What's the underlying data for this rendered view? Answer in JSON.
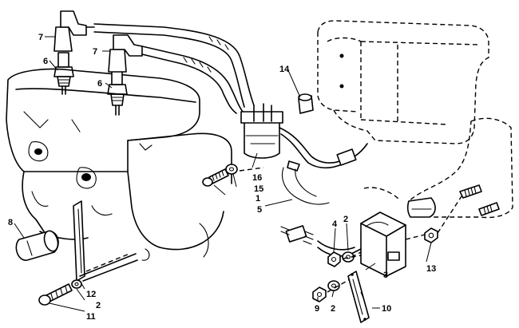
{
  "callouts": {
    "c7a": "7",
    "c7b": "7",
    "c6a": "6",
    "c6b": "6",
    "c14": "14",
    "c16": "16",
    "c15": "15",
    "c1": "1",
    "c5": "5",
    "c8": "8",
    "c4": "4",
    "c2a": "2",
    "c13": "13",
    "c3": "3",
    "c12": "12",
    "c2b": "2",
    "c11": "11",
    "c9": "9",
    "c2c": "2",
    "c10": "10"
  }
}
